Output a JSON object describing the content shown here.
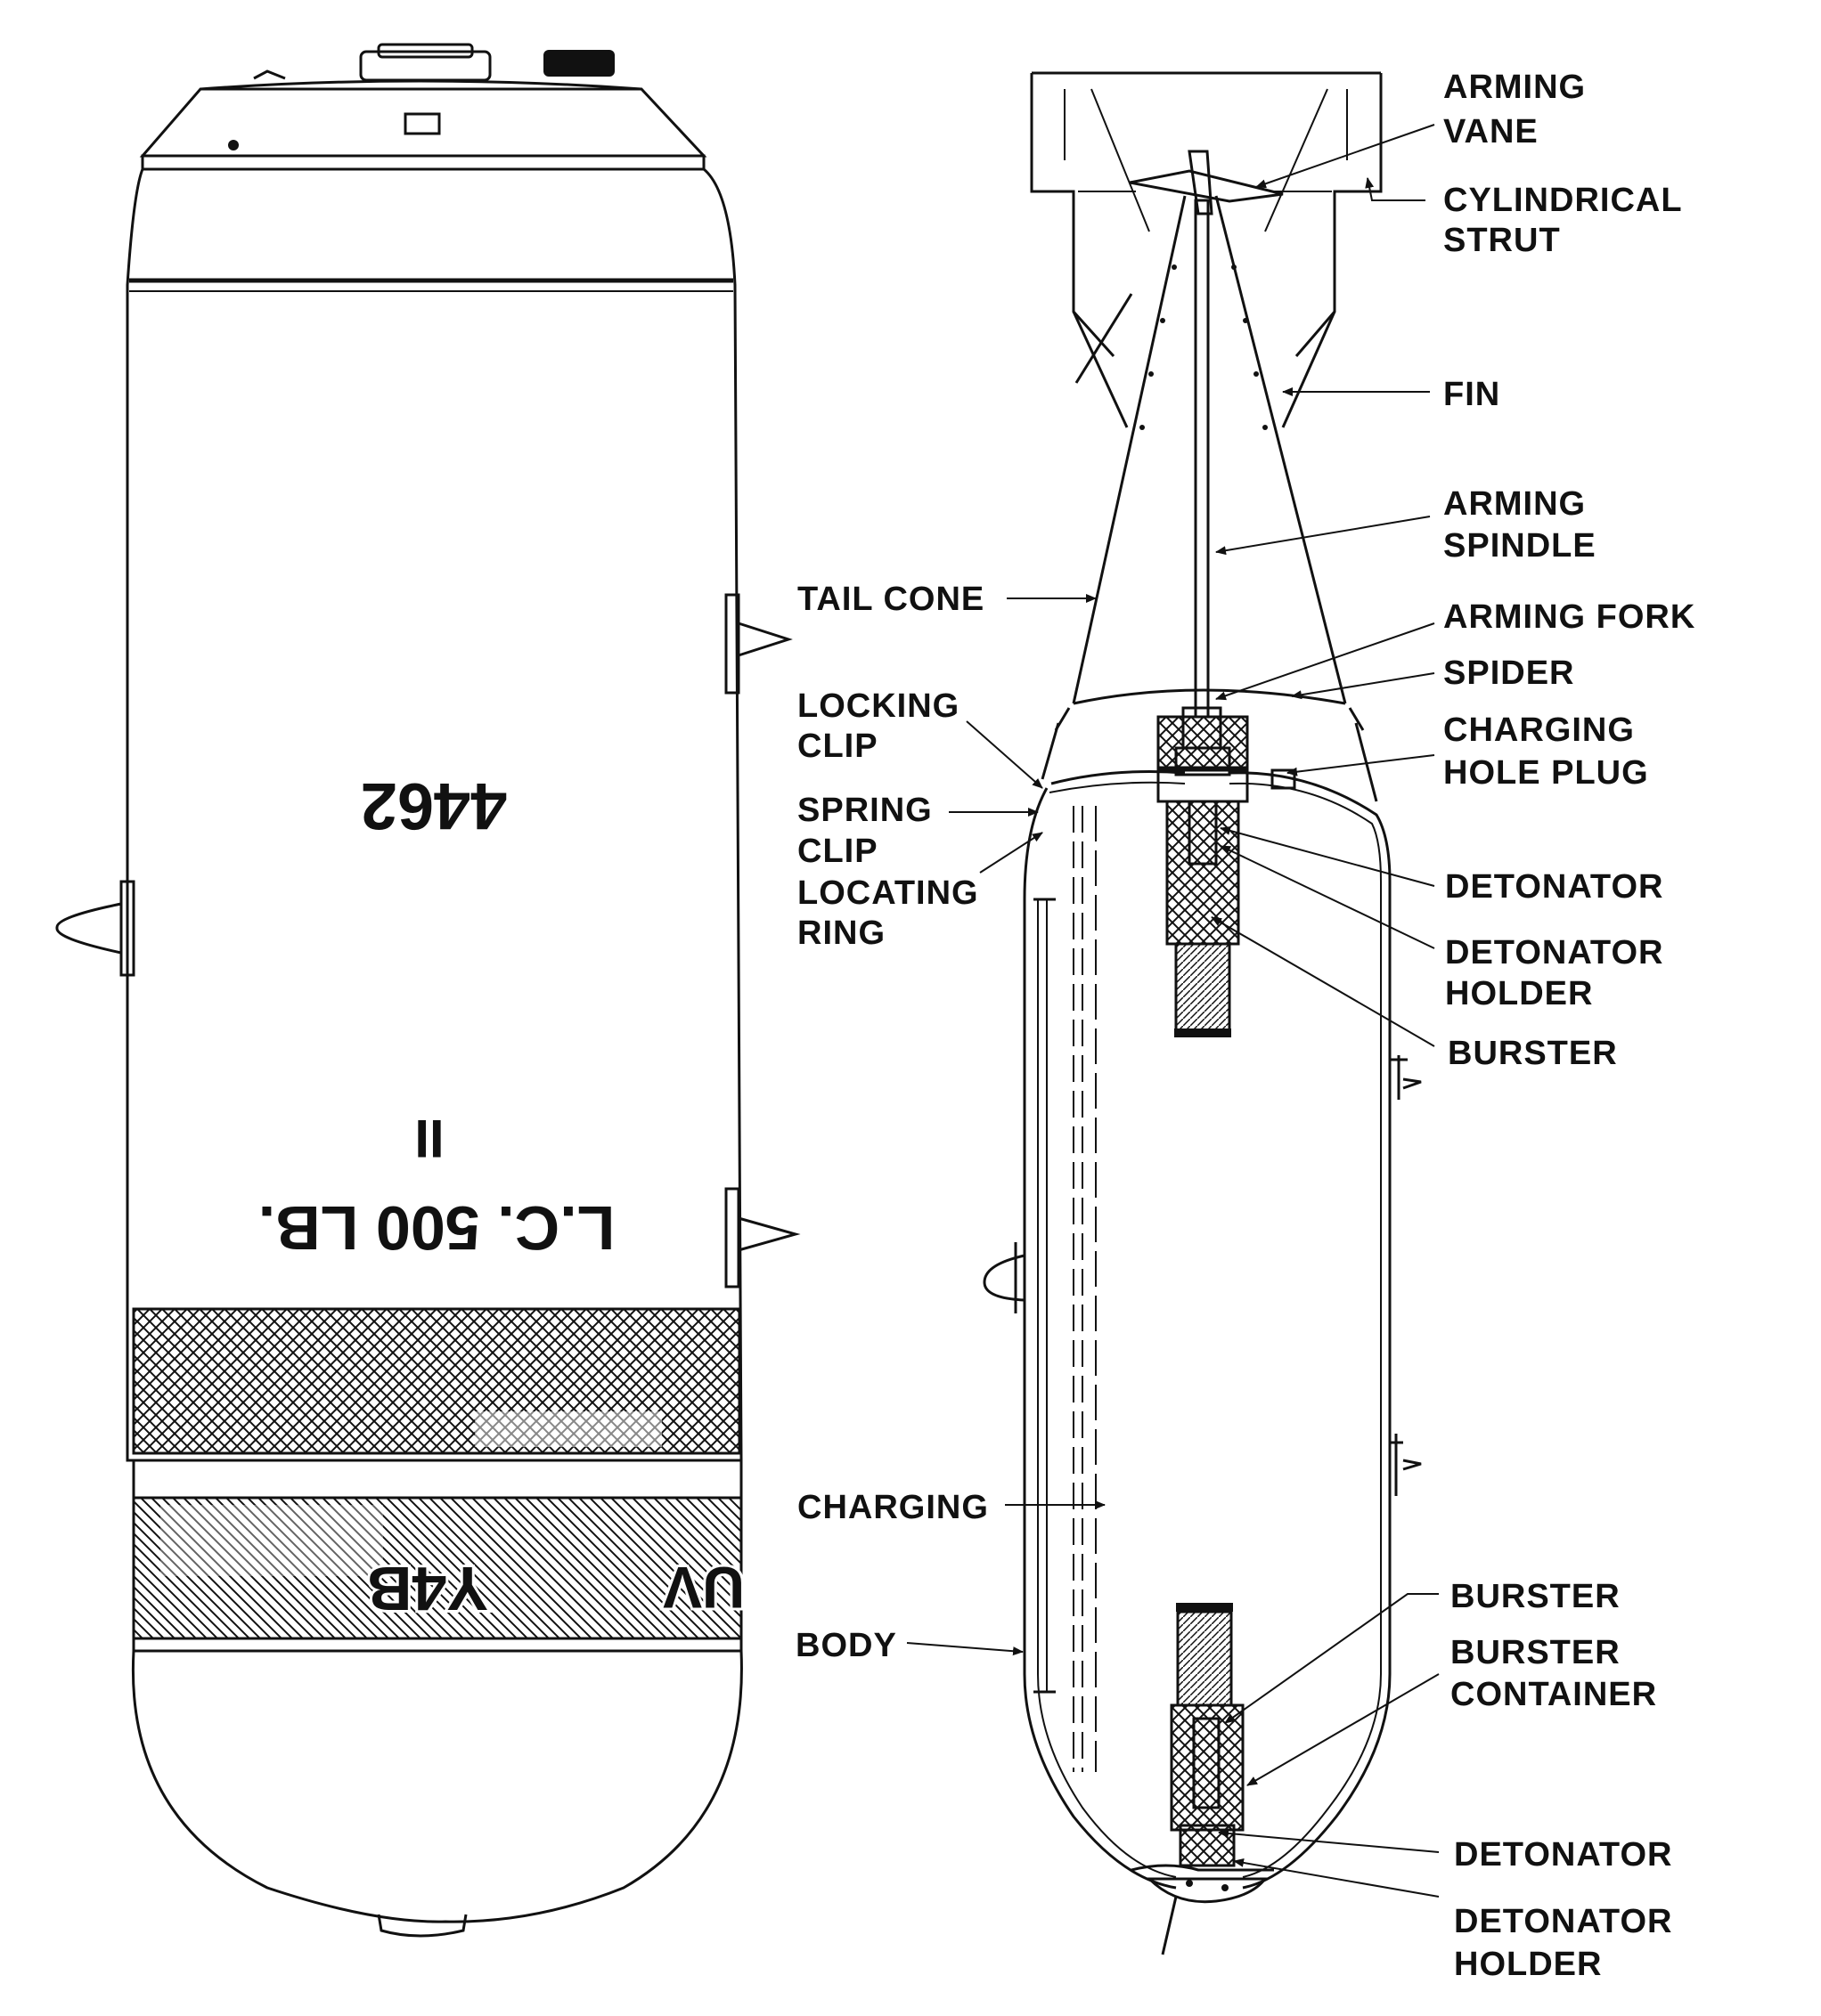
{
  "markings": {
    "serial": "4462",
    "mark": "II",
    "type": "L.C. 500 LB.",
    "code": "Y4B",
    "code_left": "UV"
  },
  "labels": {
    "arming_vane": [
      "ARMING",
      "VANE"
    ],
    "cylindrical_strut": [
      "CYLINDRICAL",
      "STRUT"
    ],
    "fin": [
      "FIN"
    ],
    "arming_spindle": [
      "ARMING",
      "SPINDLE"
    ],
    "tail_cone": [
      "TAIL CONE"
    ],
    "arming_fork": [
      "ARMING FORK"
    ],
    "spider": [
      "SPIDER"
    ],
    "locking_clip": [
      "LOCKING",
      "CLIP"
    ],
    "charging_hole_plug": [
      "CHARGING",
      "HOLE PLUG"
    ],
    "spring_clip": [
      "SPRING",
      "CLIP"
    ],
    "locating_ring": [
      "LOCATING",
      "RING"
    ],
    "detonator_top": [
      "DETONATOR"
    ],
    "detonator_holder_top": [
      "DETONATOR",
      "HOLDER"
    ],
    "burster_top": [
      "BURSTER"
    ],
    "charging": [
      "CHARGING"
    ],
    "body": [
      "BODY"
    ],
    "burster_bottom": [
      "BURSTER"
    ],
    "burster_container": [
      "BURSTER",
      "CONTAINER"
    ],
    "detonator_bottom": [
      "DETONATOR"
    ],
    "detonator_holder_bottom": [
      "DETONATOR",
      "HOLDER"
    ]
  }
}
